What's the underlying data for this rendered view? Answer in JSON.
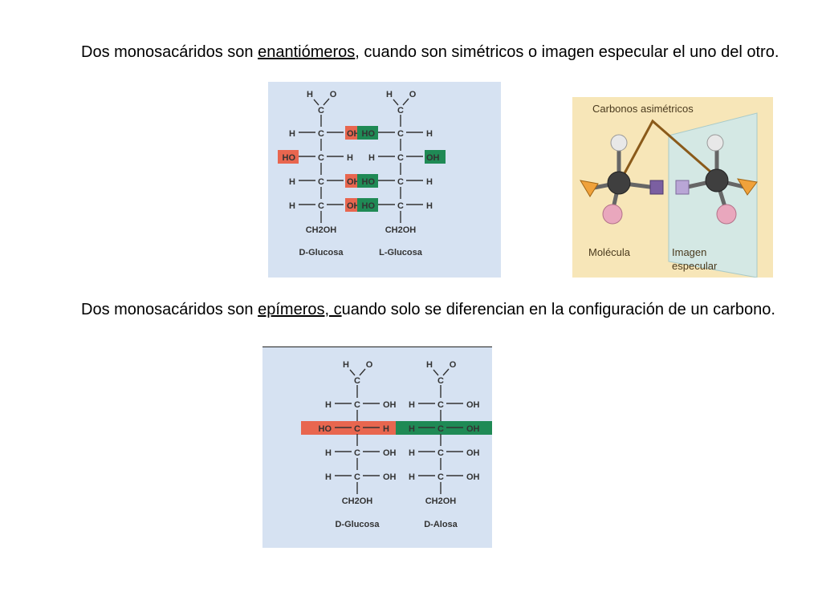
{
  "paragraph1": {
    "before": "Dos monosacáridos son ",
    "term": "enantiómeros",
    "after": ", cuando son simétricos o imagen especular el uno del otro."
  },
  "paragraph2": {
    "before": "Dos monosacáridos son ",
    "term": "epímeros, c",
    "after": "uando solo se diferencian en la configuración de un carbono."
  },
  "enantiomers_figure": {
    "left_caption": "D-Glucosa",
    "right_caption": "L-Glucosa",
    "top": [
      "H",
      "O",
      "C"
    ],
    "bottom": "CH2OH",
    "rows_left": [
      {
        "l": "H",
        "r": "OH",
        "hl": "r"
      },
      {
        "l": "HO",
        "r": "H",
        "hl": "l"
      },
      {
        "l": "H",
        "r": "OH",
        "hl": "r"
      },
      {
        "l": "H",
        "r": "OH",
        "hl": "r"
      }
    ],
    "rows_right": [
      {
        "l": "HO",
        "r": "H",
        "hl": "l"
      },
      {
        "l": "H",
        "r": "OH",
        "hl": "r"
      },
      {
        "l": "HO",
        "r": "H",
        "hl": "l"
      },
      {
        "l": "HO",
        "r": "H",
        "hl": "l"
      }
    ],
    "colors": {
      "red": "#e8664f",
      "green": "#1f8a55"
    }
  },
  "mirror_figure": {
    "title": "Carbonos asimétricos",
    "left_label": "Molécula",
    "right_label_line1": "Imagen",
    "right_label_line2": "especular"
  },
  "epimers_figure": {
    "left_caption": "D-Glucosa",
    "right_caption": "D-Alosa",
    "rows_left": [
      {
        "l": "H",
        "r": "OH",
        "hl": ""
      },
      {
        "l": "HO",
        "r": "H",
        "hl": "row"
      },
      {
        "l": "H",
        "r": "OH",
        "hl": ""
      },
      {
        "l": "H",
        "r": "OH",
        "hl": ""
      }
    ],
    "rows_right": [
      {
        "l": "H",
        "r": "OH",
        "hl": ""
      },
      {
        "l": "H",
        "r": "OH",
        "hl": "row"
      },
      {
        "l": "H",
        "r": "OH",
        "hl": ""
      },
      {
        "l": "H",
        "r": "OH",
        "hl": ""
      }
    ],
    "colors": {
      "red": "#e8664f",
      "green": "#1f8a55"
    }
  }
}
